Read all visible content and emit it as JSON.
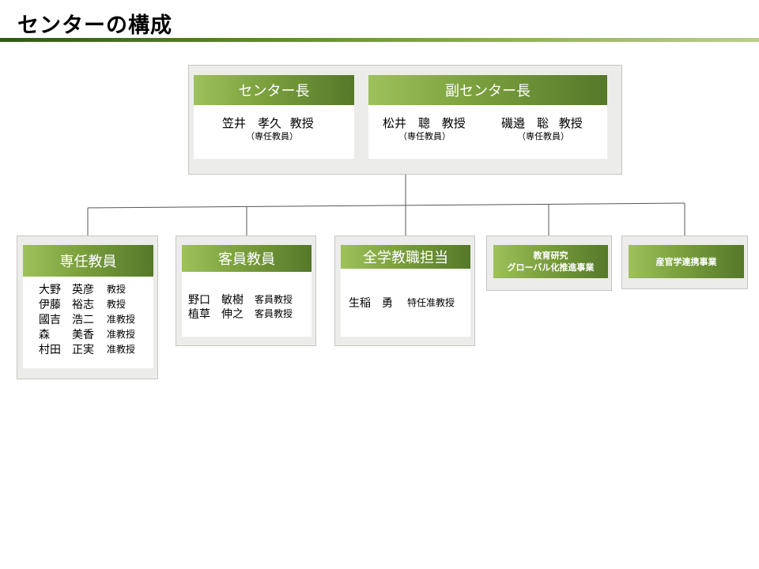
{
  "title": "センターの構成",
  "director": {
    "header": "センター長",
    "name": "笠井　孝久",
    "role": "教授",
    "sub": "（専任教員）"
  },
  "vice_director": {
    "header": "副センター長",
    "people": [
      {
        "name": "松井　聰",
        "role": "教授",
        "sub": "（専任教員）"
      },
      {
        "name": "磯邉　聡",
        "role": "教授",
        "sub": "（専任教員）"
      }
    ]
  },
  "departments": [
    {
      "header": "専任教員",
      "members": [
        {
          "name": "大野　英彦",
          "title": "教授"
        },
        {
          "name": "伊藤　裕志",
          "title": "教授"
        },
        {
          "name": "國吉　浩二",
          "title": "准教授"
        },
        {
          "name": "森　　美香",
          "title": "准教授"
        },
        {
          "name": "村田　正実",
          "title": "准教授"
        }
      ]
    },
    {
      "header": "客員教員",
      "members": [
        {
          "name": "野口　敏樹",
          "title": "客員教授"
        },
        {
          "name": "植草　伸之",
          "title": "客員教授"
        }
      ]
    },
    {
      "header": "全学教職担当",
      "members": [
        {
          "name": "生稲　勇",
          "title": "特任准教授"
        }
      ]
    },
    {
      "header_lines": [
        "教育研究",
        "グローバル化推進事業"
      ]
    },
    {
      "header": "産官学連携事業"
    }
  ]
}
